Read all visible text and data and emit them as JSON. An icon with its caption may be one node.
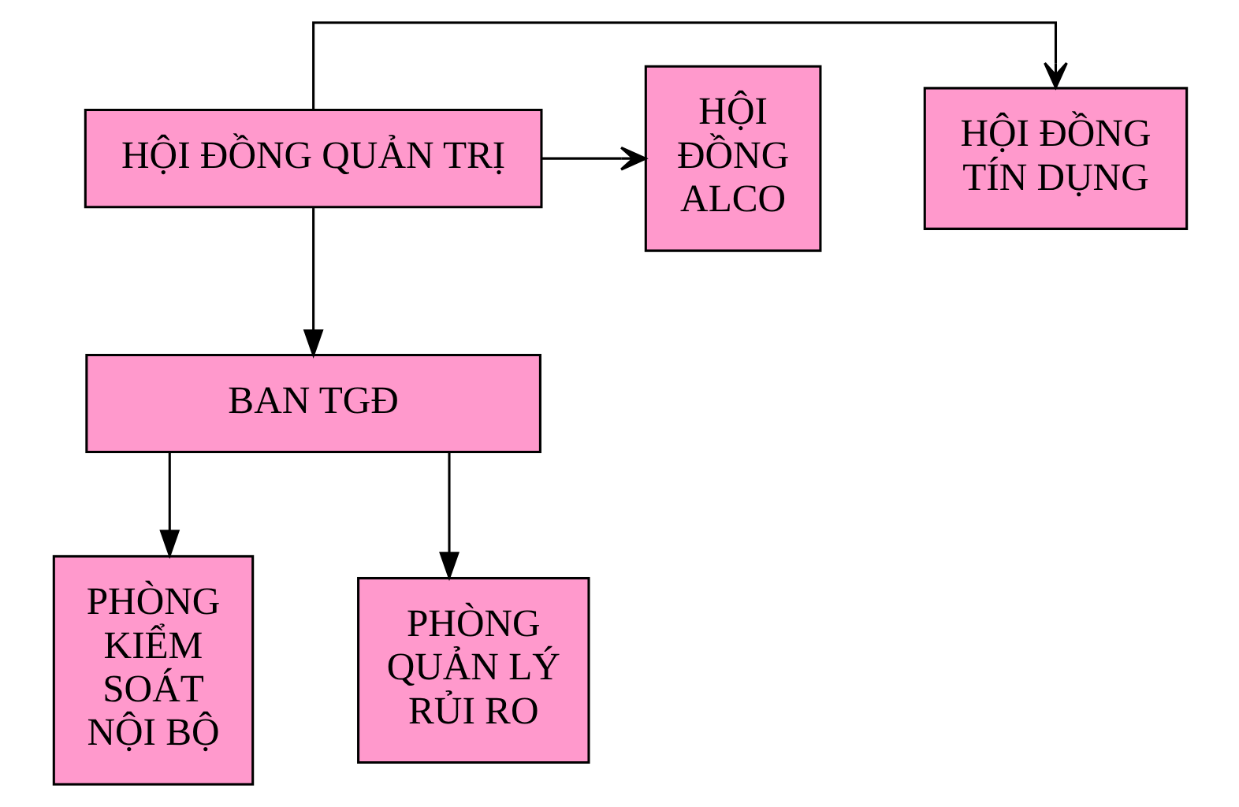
{
  "diagram": {
    "nodes": [
      {
        "text": [
          "HỘI ĐỒNG QUẢN TRỊ"
        ]
      },
      {
        "text": [
          "HỘI ĐỒNG TÍN DỤNG"
        ]
      },
      {
        "text": [
          "HỘI ĐỒNG ALCO"
        ]
      },
      {
        "text": [
          "BAN TGĐ"
        ]
      },
      {
        "text": [
          "PHÒNG KIỂM SOÁT NỘI BỘ"
        ]
      },
      {
        "text": [
          "PHÒNG QUẢN LÝ RỦI RO"
        ]
      }
    ],
    "edges": [
      {
        "from": 0,
        "to": 1,
        "arrow": "to"
      },
      {
        "from": 0,
        "to": 2,
        "arrow": "to"
      },
      {
        "from": 0,
        "to": 3,
        "arrow": "to"
      },
      {
        "from": 3,
        "to": 4,
        "arrow": "to"
      },
      {
        "from": 3,
        "to": 5,
        "arrow": "to"
      }
    ]
  }
}
